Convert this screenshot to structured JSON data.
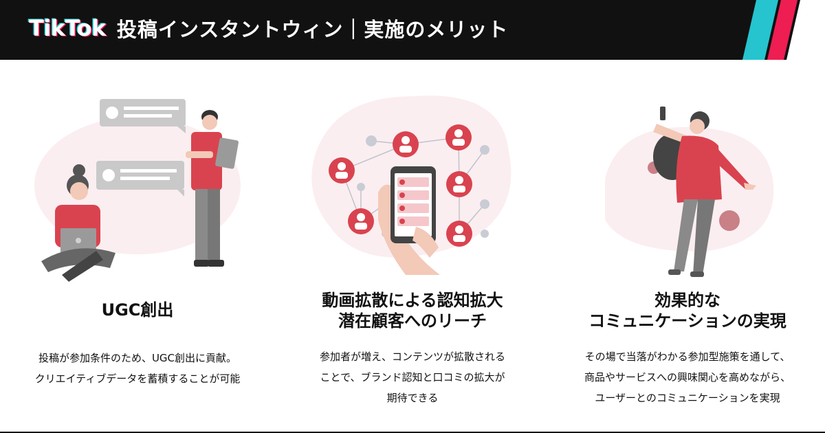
{
  "header": {
    "logo": "TikTok",
    "title": "投稿インスタントウィン｜実施のメリット",
    "colors": {
      "background": "#111111",
      "cyan": "#25c4cf",
      "magenta": "#ee1d52"
    }
  },
  "benefits": [
    {
      "title_lines": [
        "UGC創出"
      ],
      "description_lines": [
        "投稿が参加条件のため、UGC創出に貢献。",
        "クリエイティブデータを蓄積することが可能"
      ],
      "illustration": "ugc-creation-illustration"
    },
    {
      "title_lines": [
        "動画拡散による認知拡大",
        "潜在顧客へのリーチ"
      ],
      "description_lines": [
        "参加者が増え、コンテンツが拡散される",
        "ことで、ブランド認知と口コミの拡大が",
        "期待できる"
      ],
      "illustration": "social-network-phone-illustration"
    },
    {
      "title_lines": [
        "効果的な",
        "コミュニケーションの実現"
      ],
      "description_lines": [
        "その場で当落がわかる参加型施策を通して、",
        "商品やサービスへの興味関心を高めながら、",
        "ユーザーとのコミュニケーションを実現"
      ],
      "illustration": "selfie-woman-illustration"
    }
  ],
  "accent_color": "#d9434f"
}
